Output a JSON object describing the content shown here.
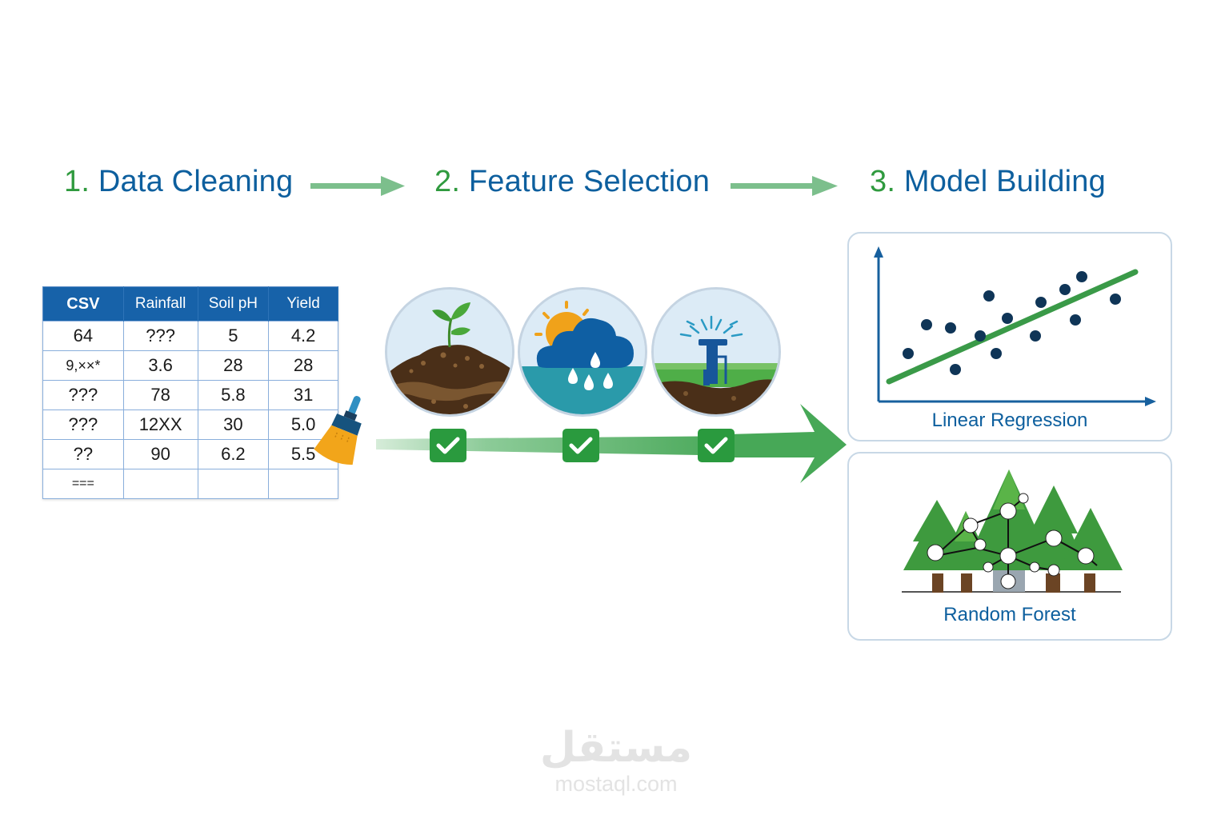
{
  "steps": [
    {
      "number": "1.",
      "label": "Data Cleaning"
    },
    {
      "number": "2.",
      "label": "Feature Selection"
    },
    {
      "number": "3.",
      "label": "Model Building"
    }
  ],
  "csv_table": {
    "headers": [
      "CSV",
      "Rainfall",
      "Soil pH",
      "Yield"
    ],
    "rows": [
      [
        "64",
        "???",
        "5",
        "4.2"
      ],
      [
        "9,××*",
        "3.6",
        "28",
        "28"
      ],
      [
        "???",
        "78",
        "5.8",
        "31"
      ],
      [
        "???",
        "12XX",
        "30",
        "5.0"
      ],
      [
        "??",
        "90",
        "6.2",
        "5.5"
      ],
      [
        "===",
        "",
        "",
        ""
      ]
    ]
  },
  "icons": {
    "cleaning": "brush-icon",
    "features": [
      "soil-sprout-icon",
      "sun-rain-cloud-icon",
      "sprinkler-irrigation-icon"
    ],
    "selected": "checkmark-icon"
  },
  "models": [
    {
      "label": "Linear Regression",
      "icon": "scatter-regression-icon"
    },
    {
      "label": "Random Forest",
      "icon": "forest-trees-icon"
    }
  ],
  "colors": {
    "title_blue": "#0d5f9e",
    "step_number_green": "#2f9a3e",
    "table_header": "#1762a9",
    "check_green": "#2a9a3e",
    "arrow_green": "#4fac5e",
    "card_border": "#c8d8e6"
  },
  "watermark": {
    "arabic": "مستقل",
    "latin": "mostaql.com"
  }
}
